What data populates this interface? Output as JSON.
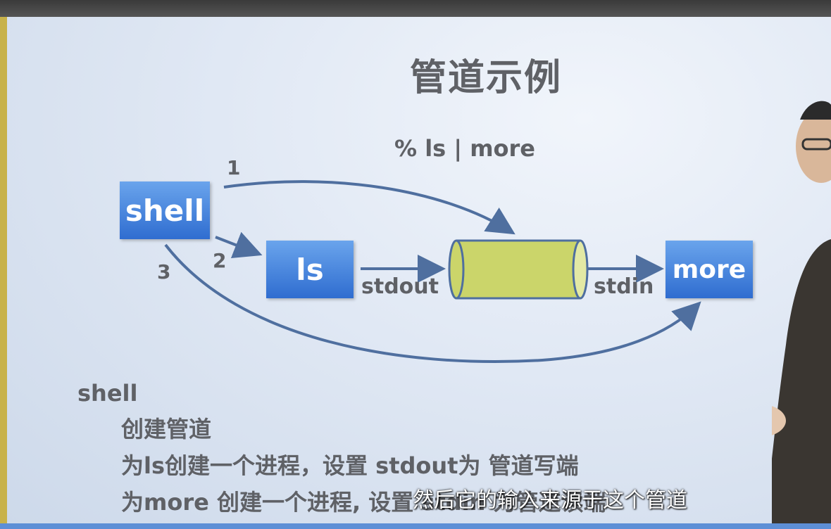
{
  "slide": {
    "title": "管道示例",
    "command": "% ls | more",
    "boxes": {
      "shell": "shell",
      "ls": "ls",
      "more": "more"
    },
    "labels": {
      "stdout": "stdout",
      "stdin": "stdin"
    },
    "step_numbers": [
      "1",
      "2",
      "3"
    ],
    "steps_heading": "shell",
    "steps": [
      "创建管道",
      "为ls创建一个进程，设置 stdout为 管道写端",
      "为more 创建一个进程, 设置 stdin 为管道读端"
    ]
  },
  "video": {
    "subtitle": "然后它的输入来源于这个管道"
  },
  "colors": {
    "box_fill": "#3f7fdc",
    "pipe_fill": "#cbd56a",
    "arrow": "#4f6f9f",
    "text": "#5f6166"
  }
}
